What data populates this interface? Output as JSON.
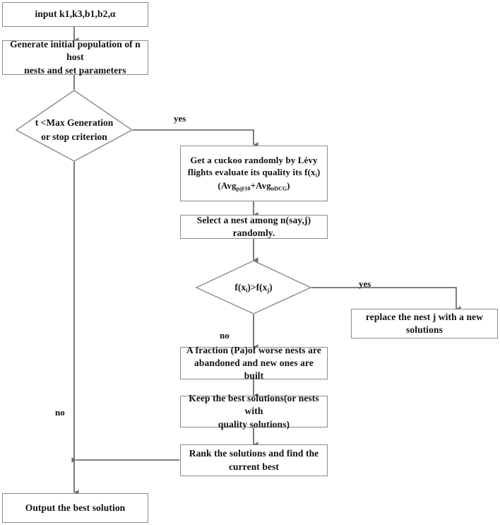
{
  "diagram": {
    "title": "Cuckoo Search Algorithm Flowchart",
    "type": "flowchart",
    "stroke_color": "#8a8a8a",
    "arrow_color": "#6e6e6e",
    "text_color": "#111111",
    "background": "#ffffff"
  },
  "nodes": {
    "input": {
      "shape": "process",
      "text": "input  k1,k3,b1,b2,α"
    },
    "init": {
      "shape": "process",
      "line1": "Generate initial population of n host",
      "line2": "nests and set parameters"
    },
    "loop_decision": {
      "shape": "decision",
      "line1": "t <Max Generation",
      "line2": "or stop criterion"
    },
    "get_cuckoo": {
      "shape": "process",
      "line1": "Get a cuckoo randomly by Lévy",
      "line2_a": "flights evaluate its quality its f(x",
      "line2_sub": "i",
      "line2_b": ")",
      "line3_open": "(Avg",
      "line3_sub1": "p@10",
      "line3_plus": "+Avg",
      "line3_sub2": "nDCG",
      "line3_close": ")"
    },
    "select_nest": {
      "shape": "process",
      "text": "Select a nest among n(say,j) randomly."
    },
    "compare_decision": {
      "shape": "decision",
      "lhs": "f(x",
      "lhs_sub": "i",
      "op": ")>f(x",
      "rhs_sub": "j",
      "close": ")"
    },
    "replace_nest": {
      "shape": "process",
      "text": "replace the nest j with a new solutions"
    },
    "abandon": {
      "shape": "process",
      "line1": "A fraction (Pa)of worse nests are",
      "line2": "abandoned and new ones are built"
    },
    "keep_best": {
      "shape": "process",
      "line1": "Keep the best solutions(or nests with",
      "line2": "quality solutions)"
    },
    "rank": {
      "shape": "process",
      "line1": "Rank the solutions and find the",
      "line2": "current best"
    },
    "output": {
      "shape": "process",
      "text": "Output the best solution"
    }
  },
  "edge_labels": {
    "loop_yes": "yes",
    "loop_no": "no",
    "compare_yes": "yes",
    "compare_no": "no"
  }
}
